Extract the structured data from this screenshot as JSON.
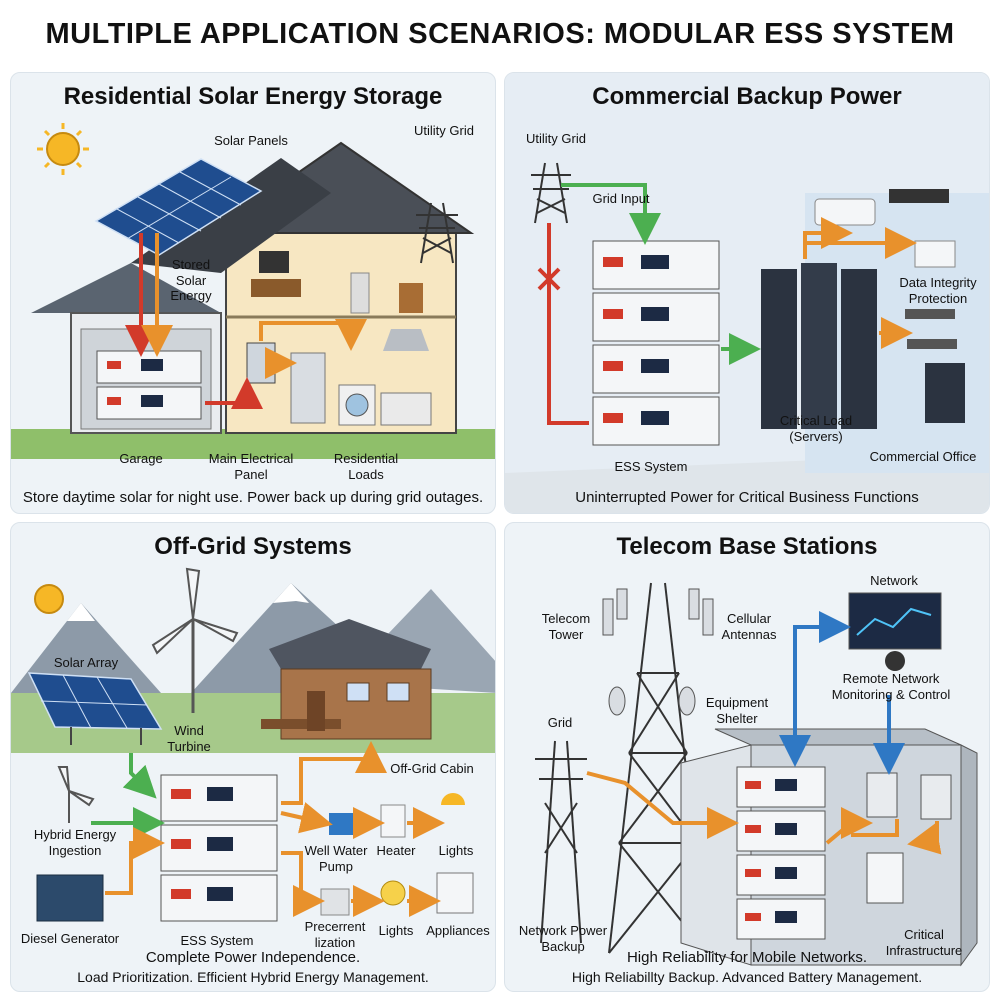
{
  "title": "MULTIPLE APPLICATION SCENARIOS: MODULAR ESS SYSTEM",
  "panels": {
    "residential": {
      "title": "Residential Solar Energy Storage",
      "labels": {
        "solar_panels": "Solar Panels",
        "utility_grid": "Utility Grid",
        "stored_solar_energy": "Stored Solar Energy",
        "garage": "Garage",
        "main_panel": "Main Electrical Panel",
        "residential_loads": "Residential Loads"
      },
      "caption": "Store daytime solar for night use. Power back up during grid outages."
    },
    "commercial": {
      "title": "Commercial Backup Power",
      "labels": {
        "utility_grid": "Utility Grid",
        "grid_input": "Grid Input",
        "data_integrity": "Data Integrity Protection",
        "critical_load": "Critical Load (Servers)",
        "ess_system": "ESS System",
        "commercial_office": "Commercial Office"
      },
      "caption": "Uninterrupted Power for Critical Business Functions"
    },
    "offgrid": {
      "title": "Off-Grid Systems",
      "labels": {
        "solar_array": "Solar Array",
        "wind_turbine": "Wind Turbine",
        "offgrid_cabin": "Off-Grid Cabin",
        "hybrid_ingestion": "Hybrid Energy Ingestion",
        "well_pump": "Well Water Pump",
        "heater": "Heater",
        "lights_top": "Lights",
        "diesel_generator": "Diesel Generator",
        "ess_system": "ESS System",
        "precerrent": "Precerrent lization",
        "lights_bottom": "Lights",
        "appliances": "Appliances"
      },
      "caption": "Complete Power Independence.",
      "caption2": "Load Prioritization. Efficient Hybrid Energy Management."
    },
    "telecom": {
      "title": "Telecom Base Stations",
      "labels": {
        "network": "Network",
        "telecom_tower": "Telecom Tower",
        "cellular_antennas": "Cellular Antennas",
        "remote_monitoring": "Remote Network Monitoring & Control",
        "equipment_shelter": "Equipment Shelter",
        "grid": "Grid",
        "network_power_backup": "Network Power Backup",
        "critical_infrastructure": "Critical Infrastructure"
      },
      "caption": "High Reliability for Mobile Networks.",
      "caption2": "High Reliabillty Backup. Advanced Battery Management."
    }
  },
  "colors": {
    "orange_flow": "#e8912c",
    "green_flow": "#4caf50",
    "red_flow": "#d23a2a",
    "blue_flow": "#2f78c4"
  }
}
